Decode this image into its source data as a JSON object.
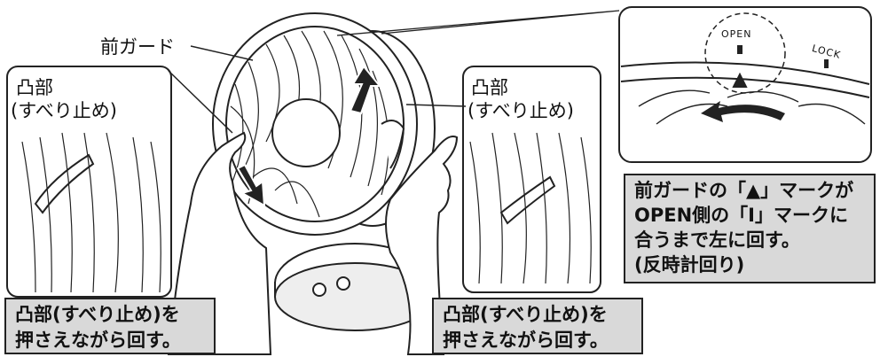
{
  "labels": {
    "front_guard": "前ガード",
    "left_bump_line1": "凸部",
    "left_bump_line2": "(すべり止め)",
    "right_bump_line1": "凸部",
    "right_bump_line2": "(すべり止め)",
    "open": "OPEN",
    "lock": "LOCK"
  },
  "instructions": {
    "left_line1": "凸部(すべり止め)を",
    "left_line2": "押さえながら回す。",
    "center_line1": "凸部(すべり止め)を",
    "center_line2": "押さえながら回す。",
    "right_line1": "前ガードの「▲」マークが",
    "right_line2": "OPEN側の「I」マークに",
    "right_line3": "合うまで左に回す。",
    "right_line4": "(反時計回り)"
  },
  "colors": {
    "box_fill": "#d9d9d9",
    "outline": "#222222"
  }
}
